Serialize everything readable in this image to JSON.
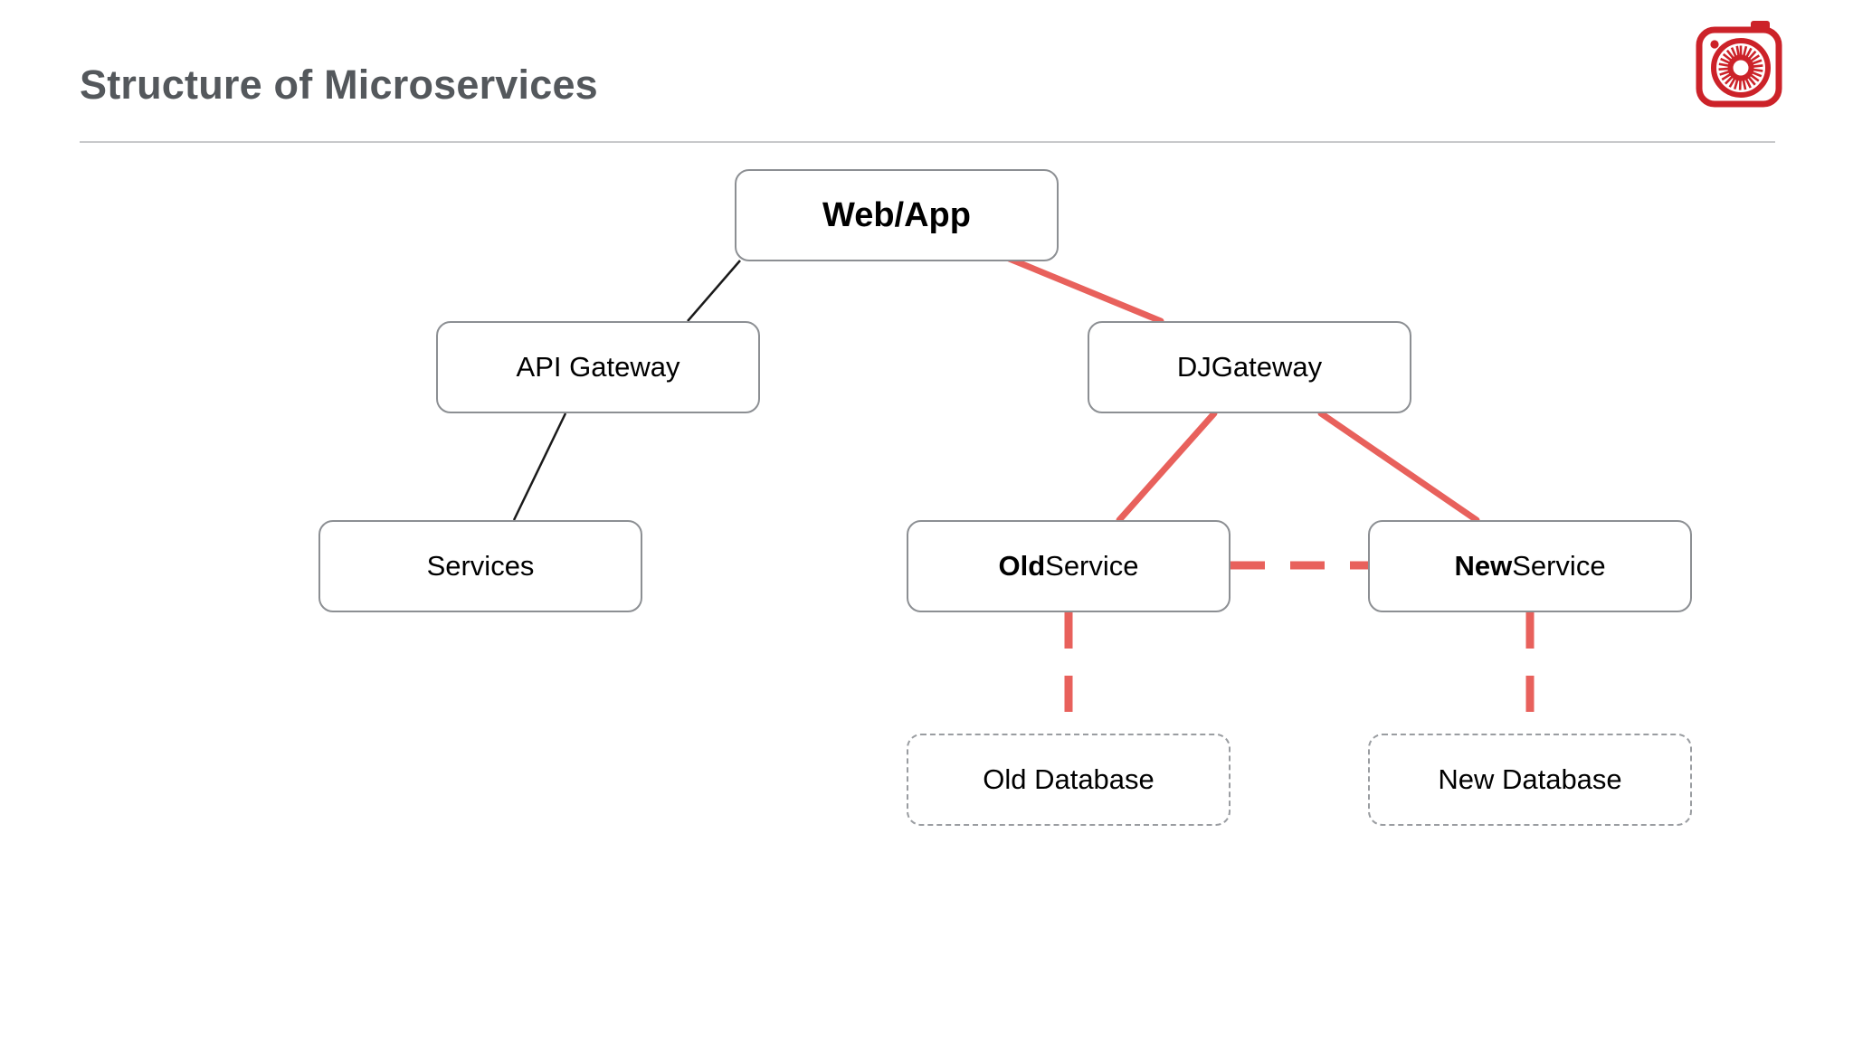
{
  "slide": {
    "title": "Structure of Microservices"
  },
  "logo": {
    "name": "camera-logo",
    "color": "#cc2229"
  },
  "colors": {
    "title_gray": "#54585c",
    "divider_gray": "#c8c9cb",
    "node_border": "#8c8f93",
    "node_border_dashed": "#9a9da1",
    "connector_black": "#1a1a1a",
    "connector_red": "#e8615c",
    "brand_red": "#cc2229",
    "node_text": "#000000"
  },
  "diagram": {
    "type": "tree",
    "nodes": [
      {
        "id": "webapp",
        "label": "Web/App",
        "label_strong": "",
        "label_rest": "",
        "style": "solid",
        "emphasis": true
      },
      {
        "id": "apigw",
        "label": "API Gateway",
        "label_strong": "",
        "label_rest": "",
        "style": "solid",
        "emphasis": false
      },
      {
        "id": "djgw",
        "label": "DJGateway",
        "label_strong": "",
        "label_rest": "",
        "style": "solid",
        "emphasis": false
      },
      {
        "id": "services",
        "label": "Services",
        "label_strong": "",
        "label_rest": "",
        "style": "solid",
        "emphasis": false
      },
      {
        "id": "oldsvc",
        "label": "Old Service",
        "label_strong": "Old",
        "label_rest": " Service",
        "style": "solid",
        "emphasis": false
      },
      {
        "id": "newsvc",
        "label": "New Service",
        "label_strong": "New",
        "label_rest": " Service",
        "style": "solid",
        "emphasis": false
      },
      {
        "id": "olddb",
        "label": "Old Database",
        "label_strong": "",
        "label_rest": "",
        "style": "dashed",
        "emphasis": false
      },
      {
        "id": "newdb",
        "label": "New Database",
        "label_strong": "",
        "label_rest": "",
        "style": "dashed",
        "emphasis": false
      }
    ],
    "edges": [
      {
        "from": "webapp",
        "to": "apigw",
        "color": "black",
        "stroke": "solid"
      },
      {
        "from": "apigw",
        "to": "services",
        "color": "black",
        "stroke": "solid"
      },
      {
        "from": "webapp",
        "to": "djgw",
        "color": "red",
        "stroke": "solid"
      },
      {
        "from": "djgw",
        "to": "oldsvc",
        "color": "red",
        "stroke": "solid"
      },
      {
        "from": "djgw",
        "to": "newsvc",
        "color": "red",
        "stroke": "solid"
      },
      {
        "from": "oldsvc",
        "to": "newsvc",
        "color": "red",
        "stroke": "dashed"
      },
      {
        "from": "oldsvc",
        "to": "olddb",
        "color": "red",
        "stroke": "dashed"
      },
      {
        "from": "newsvc",
        "to": "newdb",
        "color": "red",
        "stroke": "dashed"
      }
    ]
  }
}
